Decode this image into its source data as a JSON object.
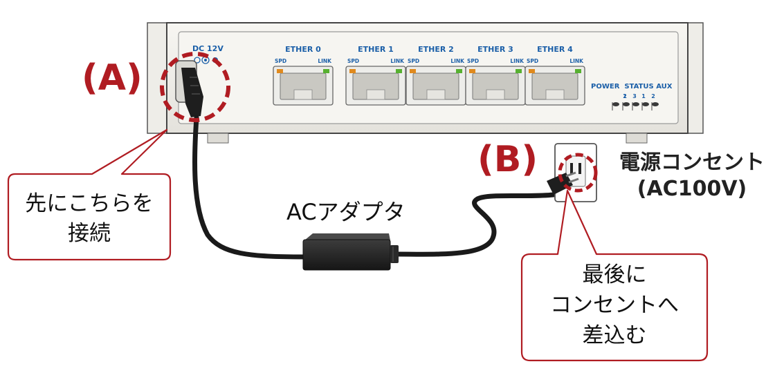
{
  "device": {
    "dc_label": "DC 12V",
    "ports": [
      {
        "title": "ETHER 0",
        "spd": "SPD",
        "link": "LINK"
      },
      {
        "title": "ETHER 1",
        "spd": "SPD",
        "link": "LINK"
      },
      {
        "title": "ETHER 2",
        "spd": "SPD",
        "link": "LINK"
      },
      {
        "title": "ETHER 3",
        "spd": "SPD",
        "link": "LINK"
      },
      {
        "title": "ETHER 4",
        "spd": "SPD",
        "link": "LINK"
      }
    ],
    "indicator_label": "POWER  STATUS AUX",
    "led_numbers": [
      "1",
      "2",
      "3",
      "1",
      "2"
    ]
  },
  "labels": {
    "a": "(A)",
    "b": "(B)",
    "outlet_line1": "電源コンセント",
    "outlet_line2": "(AC100V)",
    "adapter": "ACアダプタ"
  },
  "callouts": {
    "first": [
      "先にこちらを",
      "接続"
    ],
    "last": [
      "最後に",
      "コンセントへ",
      "差込む"
    ]
  },
  "colors": {
    "accent": "#b01c22",
    "device_body": "#f1f0ec",
    "device_text": "#1b5fa8",
    "cable": "#1a1a1a"
  }
}
